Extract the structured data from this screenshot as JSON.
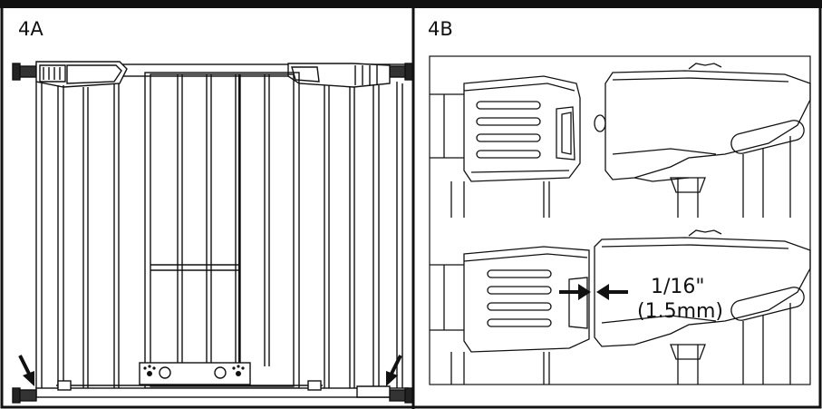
{
  "panels": [
    {
      "label": "4A"
    },
    {
      "label": "4B"
    }
  ],
  "measurement": {
    "inches": "1/16\"",
    "millimeters": "(1.5mm)"
  },
  "colors": {
    "line": "#111111",
    "background": "#ffffff"
  },
  "icons": [
    "arrow-down-left-icon",
    "arrow-down-right-icon",
    "gap-arrow-right-icon",
    "gap-arrow-left-icon",
    "paw-print-icon"
  ]
}
